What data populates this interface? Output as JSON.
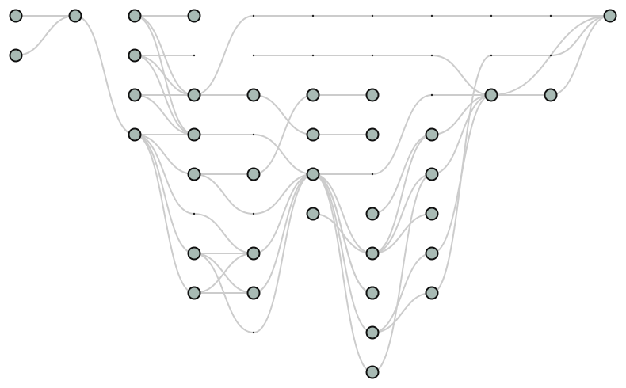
{
  "colors": {
    "background": "#ffffff",
    "edge": "#cccccc",
    "node_fill": "#a8bab4",
    "node_stroke": "#111111",
    "dummy_point": "#222222"
  },
  "graph": {
    "layers": [
      [
        "a",
        "b"
      ],
      [
        "c"
      ],
      [
        "d",
        "e",
        "f",
        "g"
      ],
      [
        "h",
        "d0",
        "i",
        "j",
        "k",
        "d1",
        "l",
        "m"
      ],
      [
        "d2",
        "d3",
        "n",
        "d4",
        "o",
        "d5",
        "p",
        "q",
        "d6"
      ],
      [
        "d7",
        "d8",
        "r",
        "s",
        "t",
        "u"
      ],
      [
        "d9",
        "d10",
        "v",
        "w",
        "d11",
        "x",
        "y",
        "z",
        "aa",
        "ab",
        "ac"
      ],
      [
        "d12",
        "d13",
        "d14",
        "ad",
        "ae",
        "af",
        "ag",
        "ah"
      ],
      [
        "d15",
        "d16",
        "d17",
        "ai"
      ],
      [
        "d18",
        "d19",
        "aj"
      ],
      [
        "ak"
      ]
    ],
    "edges": [
      [
        "a",
        "c"
      ],
      [
        "b",
        "c"
      ],
      [
        "c",
        "g"
      ],
      [
        "d",
        "h"
      ],
      [
        "d",
        "i"
      ],
      [
        "d",
        "j"
      ],
      [
        "e",
        "i"
      ],
      [
        "e",
        "j"
      ],
      [
        "e",
        "d0"
      ],
      [
        "f",
        "i"
      ],
      [
        "f",
        "j"
      ],
      [
        "g",
        "j"
      ],
      [
        "g",
        "k"
      ],
      [
        "g",
        "l"
      ],
      [
        "g",
        "m"
      ],
      [
        "g",
        "d1"
      ],
      [
        "i",
        "n"
      ],
      [
        "i",
        "d2"
      ],
      [
        "j",
        "d4"
      ],
      [
        "k",
        "o"
      ],
      [
        "k",
        "d5"
      ],
      [
        "d1",
        "p"
      ],
      [
        "l",
        "p"
      ],
      [
        "l",
        "q"
      ],
      [
        "l",
        "d6"
      ],
      [
        "m",
        "p"
      ],
      [
        "m",
        "q"
      ],
      [
        "n",
        "t"
      ],
      [
        "o",
        "r"
      ],
      [
        "d4",
        "s"
      ],
      [
        "d5",
        "s"
      ],
      [
        "p",
        "s"
      ],
      [
        "q",
        "s"
      ],
      [
        "d6",
        "s"
      ],
      [
        "r",
        "v"
      ],
      [
        "s",
        "d11"
      ],
      [
        "s",
        "y"
      ],
      [
        "s",
        "z"
      ],
      [
        "s",
        "aa"
      ],
      [
        "s",
        "ab"
      ],
      [
        "s",
        "ac"
      ],
      [
        "t",
        "w"
      ],
      [
        "u",
        "y"
      ],
      [
        "d2",
        "d7"
      ],
      [
        "d3",
        "d8"
      ],
      [
        "d7",
        "d9"
      ],
      [
        "d8",
        "d10"
      ],
      [
        "d9",
        "d12"
      ],
      [
        "d10",
        "d13"
      ],
      [
        "d11",
        "d14"
      ],
      [
        "x",
        "ad"
      ],
      [
        "y",
        "ad"
      ],
      [
        "y",
        "ae"
      ],
      [
        "y",
        "af"
      ],
      [
        "aa",
        "ag"
      ],
      [
        "aa",
        "ah"
      ],
      [
        "ab",
        "ae"
      ],
      [
        "d12",
        "d15"
      ],
      [
        "d13",
        "ai"
      ],
      [
        "d14",
        "ai"
      ],
      [
        "ad",
        "d17"
      ],
      [
        "ae",
        "d17"
      ],
      [
        "ag",
        "ai"
      ],
      [
        "ah",
        "d16"
      ],
      [
        "d15",
        "d18"
      ],
      [
        "d16",
        "d19"
      ],
      [
        "d17",
        "aj"
      ],
      [
        "d18",
        "ak"
      ],
      [
        "d19",
        "ak"
      ],
      [
        "ai",
        "ak"
      ],
      [
        "aj",
        "ak"
      ]
    ]
  }
}
